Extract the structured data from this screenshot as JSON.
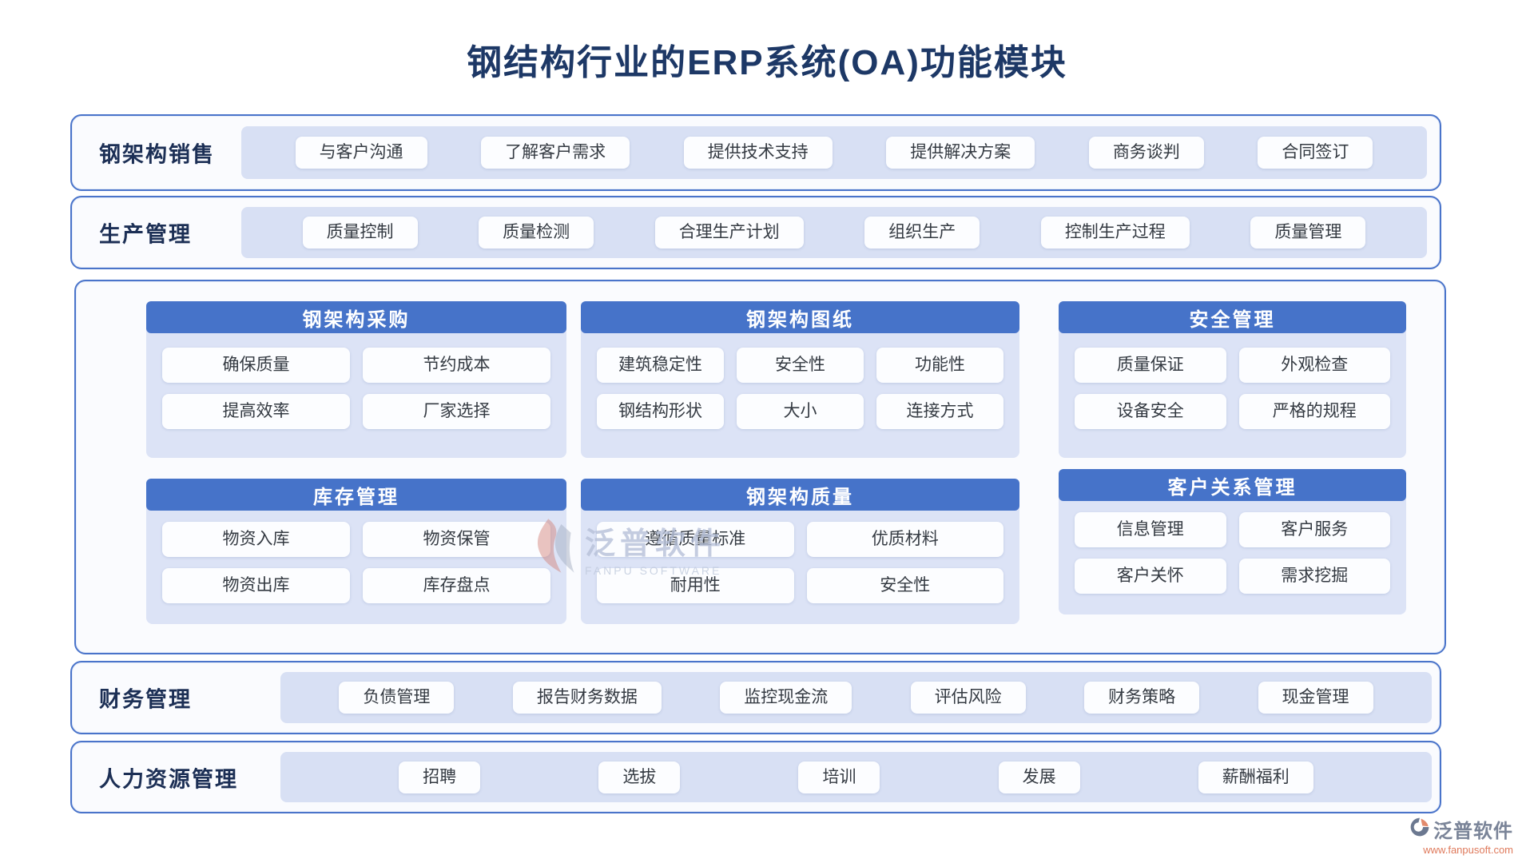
{
  "title": "钢结构行业的ERP系统(OA)功能模块",
  "bands": {
    "sales": {
      "label": "钢架构销售",
      "buttons": [
        "与客户沟通",
        "了解客户需求",
        "提供技术支持",
        "提供解决方案",
        "商务谈判",
        "合同签订"
      ]
    },
    "production": {
      "label": "生产管理",
      "buttons": [
        "质量控制",
        "质量检测",
        "合理生产计划",
        "组织生产",
        "控制生产过程",
        "质量管理"
      ]
    },
    "finance": {
      "label": "财务管理",
      "buttons": [
        "负债管理",
        "报告财务数据",
        "监控现金流",
        "评估风险",
        "财务策略",
        "现金管理"
      ]
    },
    "hr": {
      "label": "人力资源管理",
      "buttons": [
        "招聘",
        "选拔",
        "培训",
        "发展",
        "薪酬福利"
      ]
    }
  },
  "cards": [
    {
      "title": "钢架构采购",
      "rows": [
        [
          "确保质量",
          "节约成本"
        ],
        [
          "提高效率",
          "厂家选择"
        ]
      ]
    },
    {
      "title": "钢架构图纸",
      "rows": [
        [
          "建筑稳定性",
          "安全性",
          "功能性"
        ],
        [
          "钢结构形状",
          "大小",
          "连接方式"
        ]
      ]
    },
    {
      "title": "安全管理",
      "rows": [
        [
          "质量保证",
          "外观检查"
        ],
        [
          "设备安全",
          "严格的规程"
        ]
      ]
    },
    {
      "title": "库存管理",
      "rows": [
        [
          "物资入库",
          "物资保管"
        ],
        [
          "物资出库",
          "库存盘点"
        ]
      ]
    },
    {
      "title": "钢架构质量",
      "rows": [
        [
          "遵循质量标准",
          "优质材料"
        ],
        [
          "耐用性",
          "安全性"
        ]
      ]
    },
    {
      "title": "客户关系管理",
      "rows": [
        [
          "信息管理",
          "客户服务"
        ],
        [
          "客户关怀",
          "需求挖掘"
        ]
      ]
    }
  ],
  "watermark": {
    "text": "泛普软件",
    "subtext": "FANPU SOFTWARE"
  },
  "footer_logo": {
    "brand": "泛普软件",
    "url": "www.fanpusoft.com"
  },
  "colors": {
    "title": "#1d3866",
    "panel_border": "#4a74ca",
    "band_inner": "#d8e0f4",
    "card_bg": "#dce3f6",
    "card_header": "#4673c9",
    "pill_bg": "#fcfdff",
    "pill_text": "#343a42",
    "watermark": "#b7c1d9",
    "logo_slate": "#7a8498",
    "logo_salmon": "#df7a5c"
  }
}
